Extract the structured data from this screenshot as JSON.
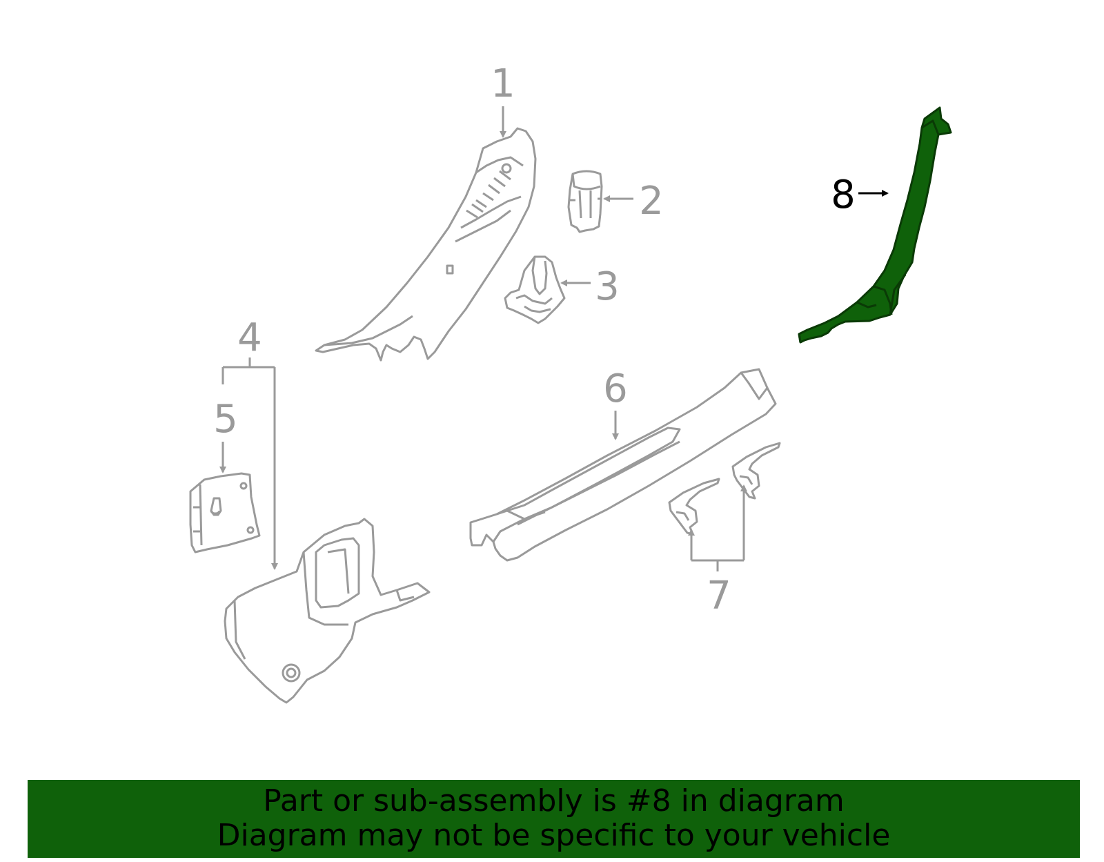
{
  "callouts": {
    "c1": "1",
    "c2": "2",
    "c3": "3",
    "c4": "4",
    "c5": "5",
    "c6": "6",
    "c7": "7",
    "c8": "8"
  },
  "highlight_part": "8",
  "colors": {
    "part_stroke": "#9a9a9a",
    "highlight_fill": "#0f610a",
    "highlight_stroke": "#0a3a06",
    "banner_bg": "#0f610a",
    "banner_text": "#000000"
  },
  "banner": {
    "line1": "Part or sub-assembly is #8 in diagram",
    "line2": "Diagram may not be specific to your vehicle"
  }
}
